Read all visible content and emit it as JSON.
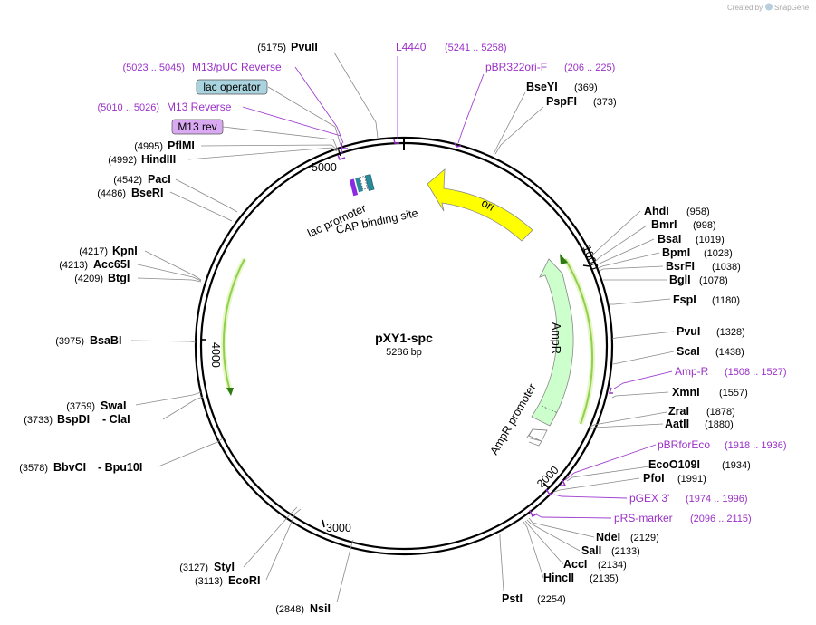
{
  "badge": {
    "prefix": "Created by",
    "brand": "SnapGene"
  },
  "plasmid": {
    "name": "pXY1-spc",
    "length": "5286 bp"
  },
  "ticks": [
    "1000",
    "2000",
    "3000",
    "4000",
    "5000"
  ],
  "sites": {
    "pvuii_1": {
      "pos": "(5175)",
      "name": "PvuII"
    },
    "bseyi": {
      "name": "BseYI",
      "pos": "(369)"
    },
    "pspfi": {
      "name": "PspFI",
      "pos": "(373)"
    },
    "pflmi": {
      "pos": "(4995)",
      "name": "PflMI"
    },
    "hindiii": {
      "pos": "(4992)",
      "name": "HindIII"
    },
    "paci": {
      "pos": "(4542)",
      "name": "PacI"
    },
    "beseri": {
      "pos": "(4486)",
      "name": "BseRI"
    },
    "kpni": {
      "pos": "(4217)",
      "name": "KpnI"
    },
    "acc65i": {
      "pos": "(4213)",
      "name": "Acc65I"
    },
    "btgi": {
      "pos": "(4209)",
      "name": "BtgI"
    },
    "bsabi": {
      "pos": "(3975)",
      "name": "BsaBI"
    },
    "swai": {
      "pos": "(3759)",
      "name": "SwaI"
    },
    "bspdi": {
      "pos": "(3733)",
      "name": "BspDI",
      "alt": "- ClaI"
    },
    "bbvci": {
      "pos": "(3578)",
      "name": "BbvCI",
      "alt": "- Bpu10I"
    },
    "styi": {
      "pos": "(3127)",
      "name": "StyI"
    },
    "ecori": {
      "pos": "(3113)",
      "name": "EcoRI"
    },
    "nsii": {
      "pos": "(2848)",
      "name": "NsiI"
    },
    "ahdi": {
      "name": "AhdI",
      "pos": "(958)"
    },
    "bmri": {
      "name": "BmrI",
      "pos": "(998)"
    },
    "bsai": {
      "name": "BsaI",
      "pos": "(1019)"
    },
    "bpmi": {
      "name": "BpmI",
      "pos": "(1028)"
    },
    "bsrfi": {
      "name": "BsrFI",
      "pos": "(1038)"
    },
    "bgli": {
      "name": "BglI",
      "pos": "(1078)"
    },
    "fspi": {
      "name": "FspI",
      "pos": "(1180)"
    },
    "pvui": {
      "name": "PvuI",
      "pos": "(1328)"
    },
    "scai": {
      "name": "ScaI",
      "pos": "(1438)"
    },
    "xmni": {
      "name": "XmnI",
      "pos": "(1557)"
    },
    "zrai": {
      "name": "ZraI",
      "pos": "(1878)"
    },
    "aatii": {
      "name": "AatII",
      "pos": "(1880)"
    },
    "ecoo109i": {
      "name": "EcoO109I",
      "pos": "(1934)"
    },
    "pfoi": {
      "name": "PfoI",
      "pos": "(1991)"
    },
    "ndei": {
      "name": "NdeI",
      "pos": "(2129)"
    },
    "sali": {
      "name": "SalI",
      "pos": "(2133)"
    },
    "acci": {
      "name": "AccI",
      "pos": "(2134)"
    },
    "hincii": {
      "name": "HincII",
      "pos": "(2135)"
    },
    "psti": {
      "name": "PstI",
      "pos": "(2254)"
    }
  },
  "primers": {
    "l4440": {
      "name": "L4440",
      "range": "(5241 .. 5258)"
    },
    "pbr322ori": {
      "name": "pBR322ori-F",
      "range": "(206 .. 225)"
    },
    "m13puc": {
      "name": "M13/pUC Reverse",
      "range": "(5023 .. 5045)"
    },
    "m13rev": {
      "name": "M13 Reverse",
      "range": "(5010 .. 5026)"
    },
    "ampr": {
      "name": "Amp-R",
      "range": "(1508 .. 1527)"
    },
    "pbrforeco": {
      "name": "pBRforEco",
      "range": "(1918 .. 1936)"
    },
    "pgex3": {
      "name": "pGEX 3'",
      "range": "(1974 .. 1996)"
    },
    "prsmarker": {
      "name": "pRS-marker",
      "range": "(2096 .. 2115)"
    }
  },
  "boxed_labels": {
    "lac_operator": "lac operator",
    "m13_rev": "M13 rev"
  },
  "features": {
    "ori": "ori",
    "ampr": "AmpR",
    "ampr_promoter": "AmpR promoter",
    "lac_promoter": "lac promoter",
    "cap_site": "CAP binding site"
  },
  "colors": {
    "ori": "#ffff00",
    "ampr": "#ccffcc",
    "orf_arrow": "#8fd14f",
    "primer": "#9b30c8",
    "lac_operator_box": "#a9d4df",
    "m13_rev_box": "#d9a9f2",
    "cap_site": "#2a8a9c"
  }
}
